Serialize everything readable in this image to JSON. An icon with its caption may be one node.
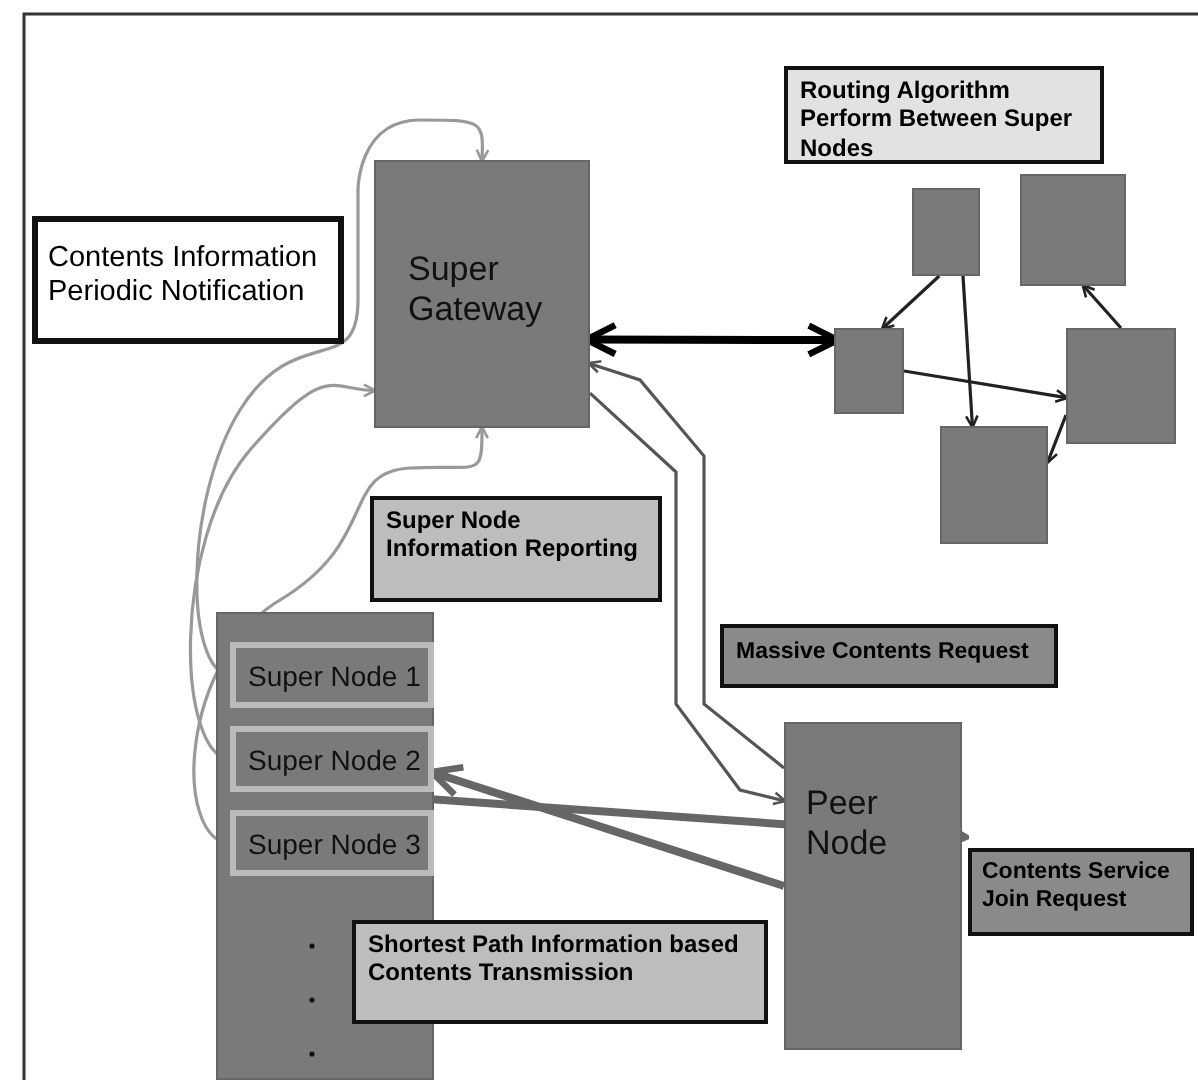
{
  "diagram": {
    "nodes": [
      {
        "text": [
          "Contents Information Periodic Notification"
        ]
      },
      {
        "text": [
          "Super Gateway"
        ]
      },
      {
        "text": [
          "Routing Algorithm Perform Between Super Nodes"
        ]
      },
      {
        "text": [],
        "shape": "box"
      },
      {
        "text": [],
        "shape": "box"
      },
      {
        "text": [],
        "shape": "box"
      },
      {
        "text": [],
        "shape": "box"
      },
      {
        "text": [],
        "shape": "box"
      },
      {
        "text": [
          "Super Node Information Reporting"
        ]
      },
      {
        "text": [],
        "shape": "box"
      },
      {
        "text": [
          "Super Node 1"
        ],
        "in": 9
      },
      {
        "text": [
          "Super Node 2"
        ],
        "in": 9
      },
      {
        "text": [
          "Super Node 3"
        ],
        "in": 9
      },
      {
        "text": [
          "Massive Contents Request"
        ]
      },
      {
        "text": [
          "Peer Node"
        ]
      },
      {
        "text": [
          "Contents Service Join Request"
        ]
      },
      {
        "text": [
          "Shortest Path Information based Contents Transmission"
        ]
      }
    ],
    "edges": [
      {
        "from": 1,
        "to": 3,
        "arrow": "both",
        "style": "thick",
        "color": "#000000"
      },
      {
        "from": 4,
        "to": 3,
        "arrow": "to"
      },
      {
        "from": 4,
        "to": 5,
        "arrow": "to"
      },
      {
        "from": 3,
        "to": 7,
        "arrow": "to"
      },
      {
        "from": 7,
        "to": 6,
        "arrow": "to"
      },
      {
        "from": 7,
        "to": 5,
        "arrow": "to"
      },
      {
        "from": 10,
        "to": 1,
        "arrow": "to",
        "color": "#999999"
      },
      {
        "from": 11,
        "to": 1,
        "arrow": "to",
        "color": "#999999"
      },
      {
        "from": 12,
        "to": 1,
        "arrow": "to",
        "color": "#999999"
      },
      {
        "from": 1,
        "to": 14,
        "arrow": "to",
        "color": "#555555"
      },
      {
        "from": 14,
        "to": 1,
        "arrow": "to",
        "color": "#555555"
      },
      {
        "from": 14,
        "to": 11,
        "arrow": "to",
        "style": "thick",
        "color": "#666666"
      },
      {
        "from": 11,
        "to": 14,
        "arrow": "to",
        "style": "thick",
        "color": "#666666"
      }
    ]
  }
}
